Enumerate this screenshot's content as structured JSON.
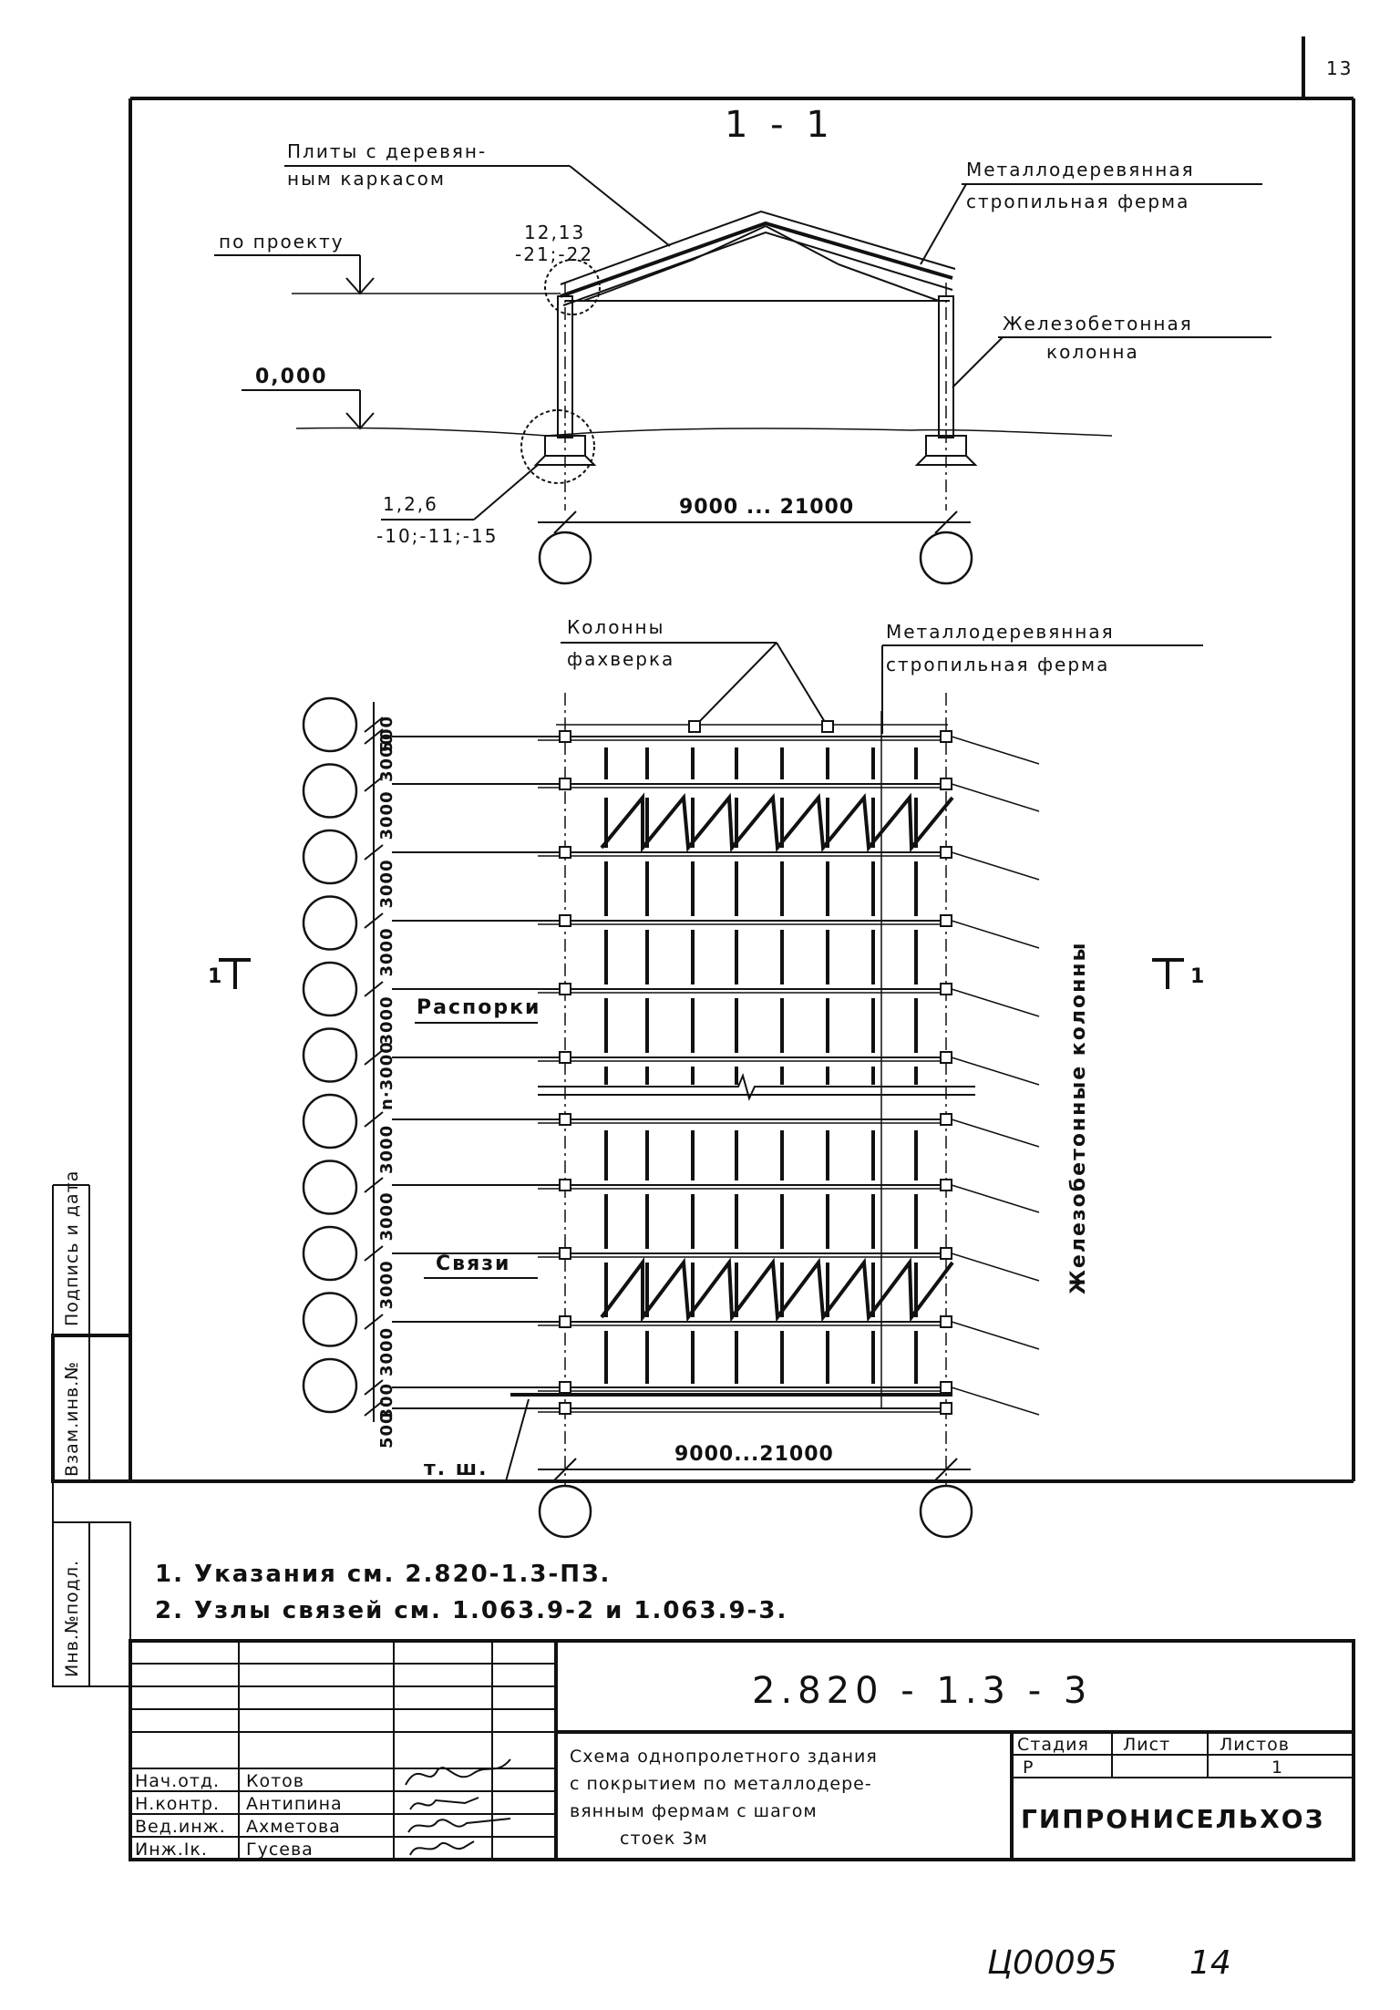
{
  "page": {
    "corner_number": "13",
    "bottom_code": "Ц00095",
    "bottom_page": "14"
  },
  "section": {
    "title": "1 - 1",
    "label_slabs_line1": "Плиты с деревян-",
    "label_slabs_line2": "ным каркасом",
    "label_truss_line1": "Металлодеревянная",
    "label_truss_line2": "стропильная ферма",
    "label_level_top": "по проекту",
    "label_node_top_line1": "12,13",
    "label_node_top_line2": "-21;-22",
    "label_column_line1": "Железобетонная",
    "label_column_line2": "колонна",
    "label_level_zero": "0,000",
    "label_node_bottom_line1": "1,2,6",
    "label_node_bottom_line2": "-10;-11;-15",
    "span_dim": "9000 ... 21000"
  },
  "plan": {
    "label_fachwerk_line1": "Колонны",
    "label_fachwerk_line2": "фахверка",
    "label_truss_line1": "Металлодеревянная",
    "label_truss_line2": "стропильная ферма",
    "label_struts": "Распорки",
    "label_bracing": "Связи",
    "label_rc_columns": "Железобетонные колонны",
    "label_tsh": "т. ш.",
    "section_mark_left": "1",
    "section_mark_right": "1",
    "span_dim": "9000...21000",
    "pitch_dims": [
      "500",
      "3000",
      "3000",
      "3000",
      "3000",
      "3000",
      "n·3000",
      "3000",
      "3000",
      "3000",
      "3000",
      "300",
      "500"
    ]
  },
  "notes": {
    "line1": "1. Указания см. 2.820-1.3-ПЗ.",
    "line2": "2. Узлы связей см. 1.063.9-2 и 1.063.9-3."
  },
  "side_stamp": {
    "col1": "Инв.№подл.",
    "col2": "Подпись и дата",
    "col3": "Взам.инв.№"
  },
  "title_block": {
    "doc_code": "2.820 - 1.3 - 3",
    "description_line1": "Схема однопролетного здания",
    "description_line2": "с покрытием по металлодере-",
    "description_line3": "вянным фермам с шагом",
    "description_line4": "стоек 3м",
    "stage_header": "Стадия",
    "sheet_header": "Лист",
    "sheets_header": "Листов",
    "stage_value": "Р",
    "sheet_value": "",
    "sheets_value": "1",
    "organization": "ГИПРОНИСЕЛЬХОЗ",
    "staff": [
      {
        "role": "Нач.отд.",
        "name": "Котов"
      },
      {
        "role": "Н.контр.",
        "name": "Антипина"
      },
      {
        "role": "Вед.инж.",
        "name": "Ахметова"
      },
      {
        "role": "Инж.Iк.",
        "name": "Гусева"
      }
    ]
  }
}
